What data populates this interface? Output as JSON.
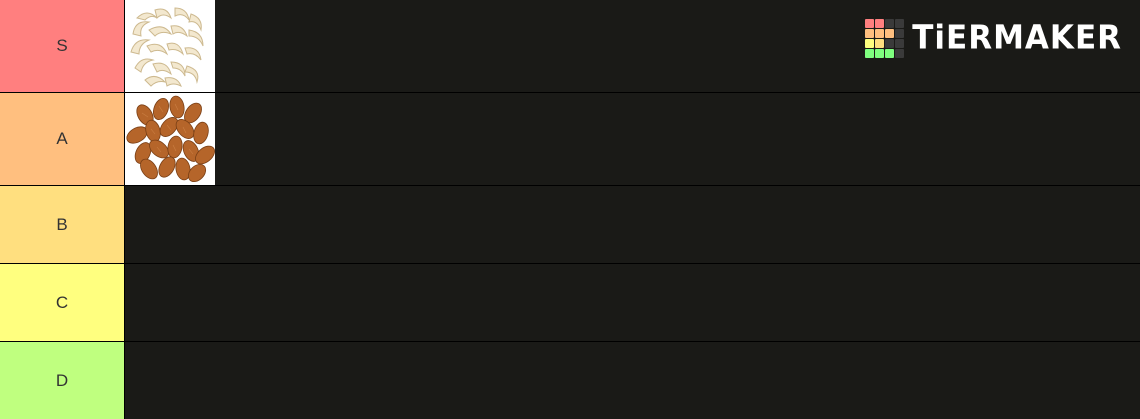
{
  "brand": {
    "name": "TiERMAKER",
    "icon": "tiermaker-logo-grid",
    "grid_colors": [
      "#ff7f7f",
      "#ff7f7f",
      "#3a3a3a",
      "#3a3a3a",
      "#ffbf7f",
      "#ffbf7f",
      "#ffbf7f",
      "#3a3a3a",
      "#ffff7f",
      "#ffdf7f",
      "#3a3a3a",
      "#3a3a3a",
      "#7fff7f",
      "#7fff7f",
      "#7fff7f",
      "#3a3a3a"
    ]
  },
  "tiers": [
    {
      "label": "S",
      "color": "#ff7f7f",
      "items": [
        {
          "name": "cashews",
          "icon": "cashew-nuts-image"
        }
      ]
    },
    {
      "label": "A",
      "color": "#ffbf7f",
      "items": [
        {
          "name": "almonds",
          "icon": "almond-nuts-image"
        }
      ]
    },
    {
      "label": "B",
      "color": "#ffdf7f",
      "items": []
    },
    {
      "label": "C",
      "color": "#ffff7f",
      "items": []
    },
    {
      "label": "D",
      "color": "#bfff7f",
      "items": []
    }
  ]
}
